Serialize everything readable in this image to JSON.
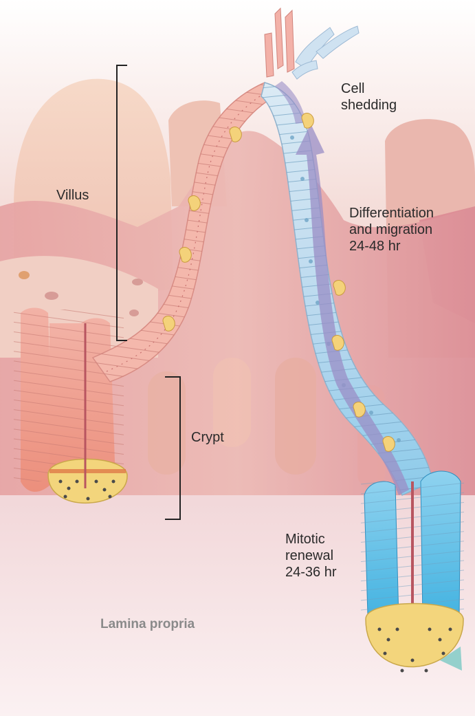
{
  "labels": {
    "villus": "Villus",
    "crypt": "Crypt",
    "cell_shedding": "Cell\nshedding",
    "differentiation": "Differentiation\nand migration\n24-48 hr",
    "mitotic": "Mitotic\nrenewal\n24-36 hr",
    "lamina": "Lamina propria"
  },
  "colors": {
    "background": "#ffffff",
    "tissue_pink": "#e9a8a8",
    "villus_pale": "#f2c9b8",
    "epithelium_pink": "#f3b3a8",
    "epithelium_blue": "#b9dcef",
    "crypt_blue": "#59bde6",
    "paneth_yellow": "#f1d77c",
    "migration_arrow": "#9a8ec6",
    "goblet_yellow": "#f4d27a",
    "label_text": "#2a2a2a",
    "lamina_text": "#8a8a8a"
  }
}
